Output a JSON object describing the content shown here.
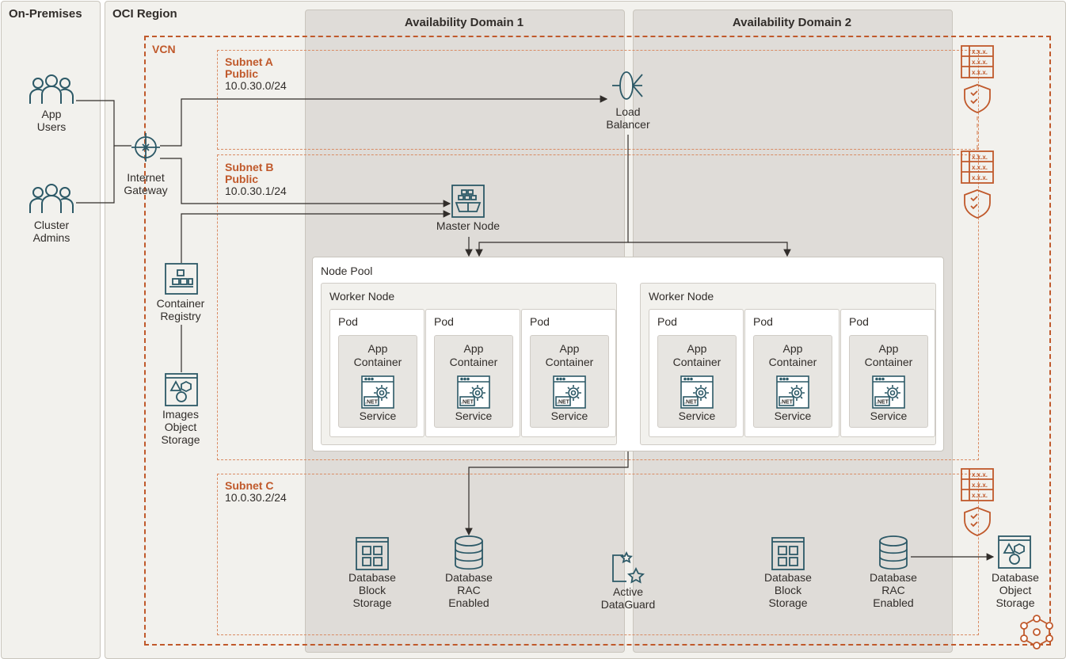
{
  "regions": {
    "on_premises": "On-Premises",
    "oci_region": "OCI Region",
    "ad1": "Availability Domain 1",
    "ad2": "Availability Domain 2",
    "vcn": "VCN"
  },
  "subnets": {
    "a": {
      "name": "Subnet A",
      "type": "Public",
      "cidr": "10.0.30.0/24"
    },
    "b": {
      "name": "Subnet B",
      "type": "Public",
      "cidr": "10.0.30.1/24"
    },
    "c": {
      "name": "Subnet C",
      "cidr": "10.0.30.2/24"
    }
  },
  "on_prem": {
    "app_users": [
      "App",
      "Users"
    ],
    "cluster_admins": [
      "Cluster",
      "Admins"
    ]
  },
  "components": {
    "internet_gateway": [
      "Internet",
      "Gateway"
    ],
    "load_balancer": [
      "Load",
      "Balancer"
    ],
    "master_node": "Master Node",
    "container_registry": [
      "Container",
      "Registry"
    ],
    "images_storage": [
      "Images",
      "Object",
      "Storage"
    ],
    "node_pool": "Node Pool",
    "worker_node": "Worker Node",
    "pod": "Pod",
    "app_container": [
      "App",
      "Container"
    ],
    "service": "Service",
    "net_badge": ".NET",
    "sec_list_text": "x.x.x."
  },
  "database": {
    "block_storage": [
      "Database",
      "Block",
      "Storage"
    ],
    "rac": [
      "Database",
      "RAC",
      "Enabled"
    ],
    "dataguard": [
      "Active",
      "DataGuard"
    ],
    "object_storage": [
      "Database",
      "Object",
      "Storage"
    ]
  },
  "colors": {
    "accent": "#c0592b",
    "icon": "#2c5967",
    "line": "#312d2a"
  }
}
